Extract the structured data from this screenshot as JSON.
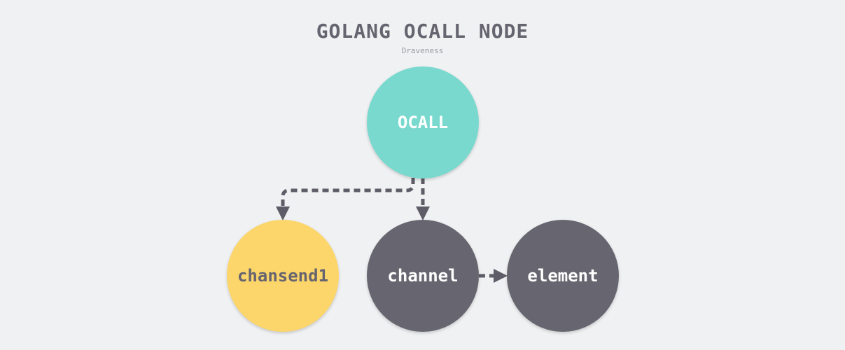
{
  "diagram": {
    "title": "GOLANG OCALL NODE",
    "subtitle": "Draveness",
    "nodes": [
      {
        "id": "ocall",
        "label": "OCALL",
        "color": "#7ad9ce"
      },
      {
        "id": "chansend1",
        "label": "chansend1",
        "color": "#fcd66a"
      },
      {
        "id": "channel",
        "label": "channel",
        "color": "#67656f"
      },
      {
        "id": "element",
        "label": "element",
        "color": "#67656f"
      }
    ],
    "edges": [
      {
        "from": "ocall",
        "to": "chansend1",
        "style": "dashed"
      },
      {
        "from": "ocall",
        "to": "channel",
        "style": "dashed"
      },
      {
        "from": "channel",
        "to": "element",
        "style": "dashed"
      }
    ],
    "edge_color": "#5e5c66"
  }
}
